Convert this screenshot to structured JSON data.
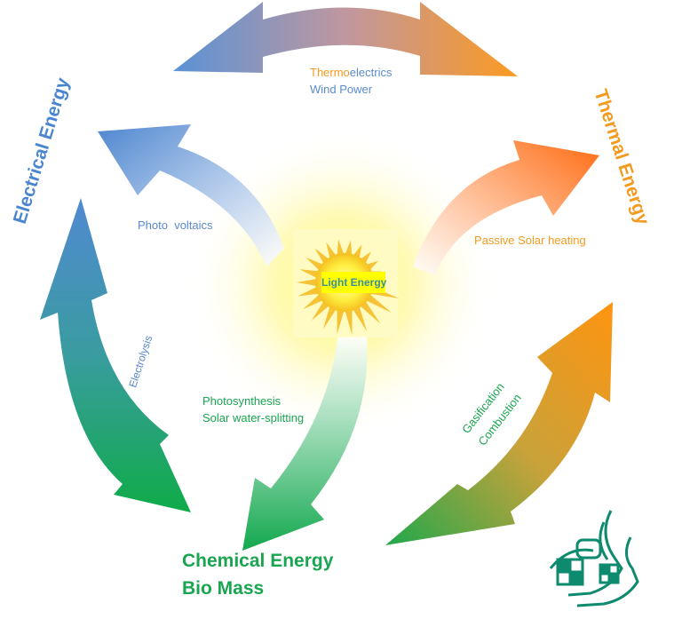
{
  "colors": {
    "electrical": "#4a86cf",
    "thermal": "#f39a1f",
    "thermal_dark": "#ff6a10",
    "chemical": "#12a84e",
    "chemical_text": "#1aa550",
    "light_box": "#ffff00",
    "light_text": "#3a8fa0",
    "logo": "#0e8a6e"
  },
  "nodes": {
    "electrical": "Electrical Energy",
    "thermal": "Thermal Energy",
    "chemical_line1": "Chemical Energy",
    "chemical_line2": "Bio Mass",
    "light": "Light Energy"
  },
  "processes": {
    "top_part1": "Thermo",
    "top_part2": "electrics",
    "top_line2": "Wind Power",
    "photovoltaics": "Photo  voltaics",
    "passive_solar": "Passive Solar heating",
    "electrolysis": "Electrolysis",
    "photosynthesis_line1": "Photosynthesis",
    "photosynthesis_line2": "Solar water-splitting",
    "gasification_line1": "Gasification",
    "gasification_line2": "Combustion"
  }
}
